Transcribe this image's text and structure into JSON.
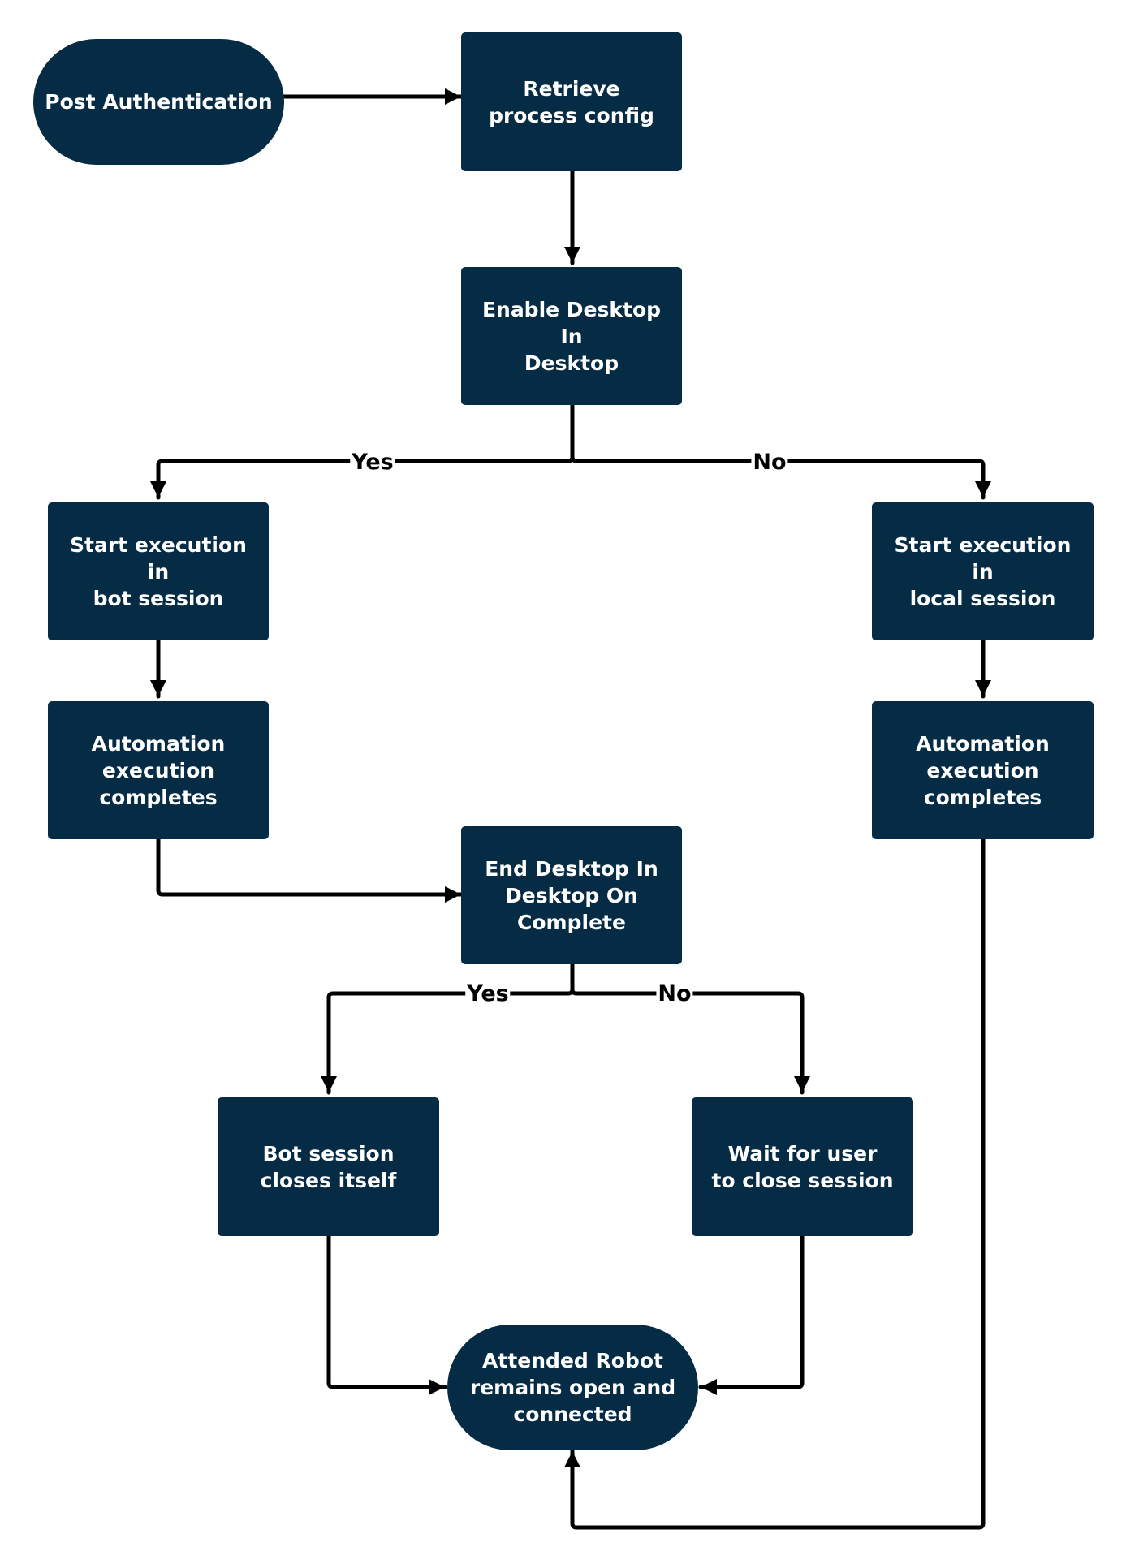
{
  "nodes": {
    "post_auth": "Post Authentication",
    "retrieve_config": "Retrieve\nprocess config",
    "enable_did": "Enable Desktop In\nDesktop",
    "start_bot": "Start execution in\nbot session",
    "start_local": "Start execution in\nlocal session",
    "auto_complete_left": "Automation\nexecution\ncompletes",
    "auto_complete_right": "Automation\nexecution\ncompletes",
    "end_did": "End Desktop In\nDesktop On\nComplete",
    "bot_closes": "Bot session\ncloses itself",
    "wait_user": "Wait for user\nto close session",
    "attended_robot": "Attended Robot\nremains open and\nconnected"
  },
  "edge_labels": {
    "enable_yes": "Yes",
    "enable_no": "No",
    "end_yes": "Yes",
    "end_no": "No"
  },
  "colors": {
    "node_fill": "#062b45",
    "node_text": "#ffffff",
    "connector": "#000000"
  }
}
